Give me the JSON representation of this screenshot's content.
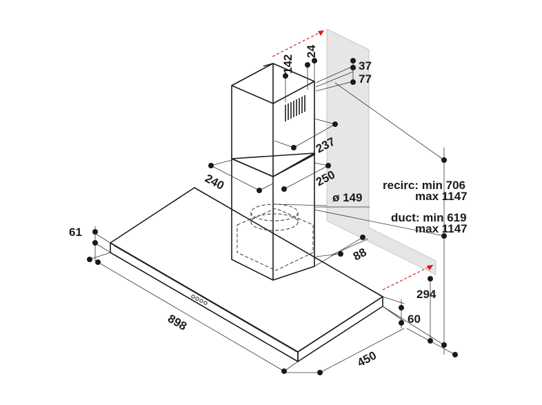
{
  "dimensions": {
    "d142": "142",
    "d24": "24",
    "d37": "37",
    "d77": "77",
    "d237": "237",
    "d240": "240",
    "d250": "250",
    "d149": "ø 149",
    "d61": "61",
    "d898": "898",
    "d450": "450",
    "d60": "60",
    "d88": "88",
    "d294": "294"
  },
  "notes": {
    "recirc_line1": "recirc: min 706",
    "recirc_line2": "max 1147",
    "duct_line1": "duct: min 619",
    "duct_line2": "max 1147"
  },
  "colors": {
    "wall": "#e6e6e6",
    "arrow": "#d7191c",
    "line": "#1a1a1a"
  }
}
